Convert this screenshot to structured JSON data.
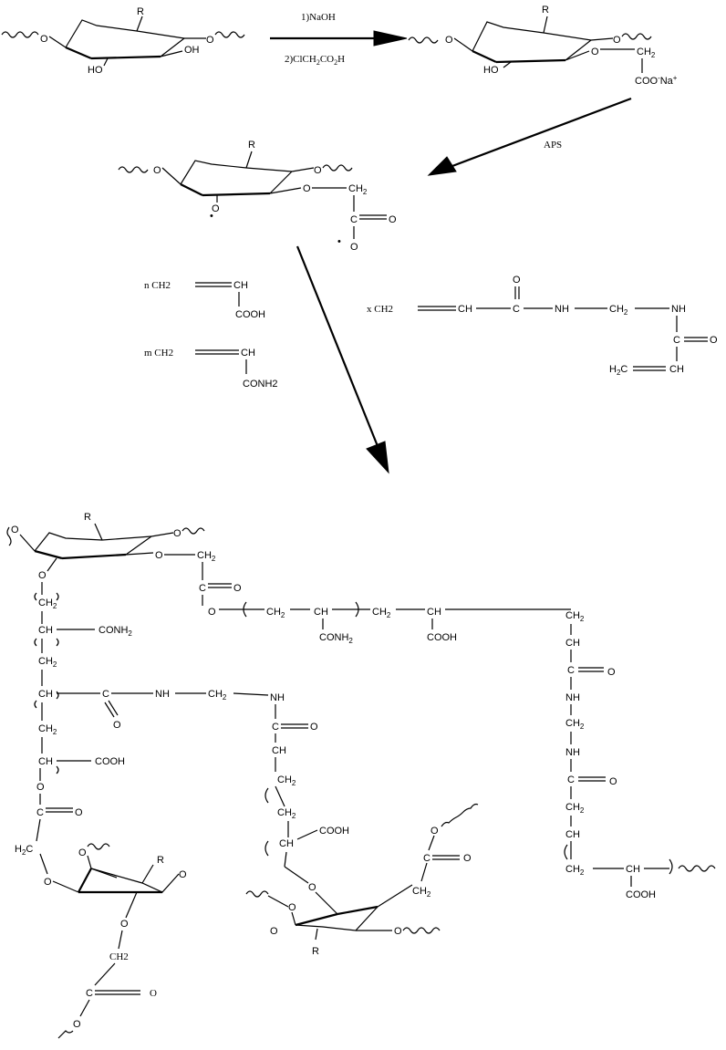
{
  "reaction_conditions": {
    "step1_reagent_1": "1)NaOH",
    "step1_reagent_2": "2)ClCH",
    "step1_reagent_2_sub": "2",
    "step1_reagent_2_tail": "CO",
    "step1_reagent_2_sub2": "2",
    "step1_reagent_2_end": "H",
    "step2_initiator": "APS"
  },
  "labels": {
    "R": "R",
    "O": "O",
    "OH": "OH",
    "HO": "HO",
    "CH2_sub": "2",
    "CH": "CH",
    "CH_H2_prefix": "CH",
    "COO_Na": "COO",
    "Na_plus": "Na",
    "minus": "-",
    "plus": "+",
    "dot": "•",
    "C": "C",
    "COOH": "COOH",
    "CONH2": "CONH2",
    "CONH": "CONH",
    "NH": "NH",
    "H2C": "H",
    "H2C_tail": "C",
    "CH2_plain": "CH2",
    "O_text": "O"
  },
  "monomers": {
    "acrylic_acid_coef": "n  CH2",
    "acrylamide_coef": "m  CH2",
    "crosslinker_coef": "x  CH2",
    "acrylic_acid_sub": "COOH",
    "acrylamide_sub": "CONH2"
  }
}
